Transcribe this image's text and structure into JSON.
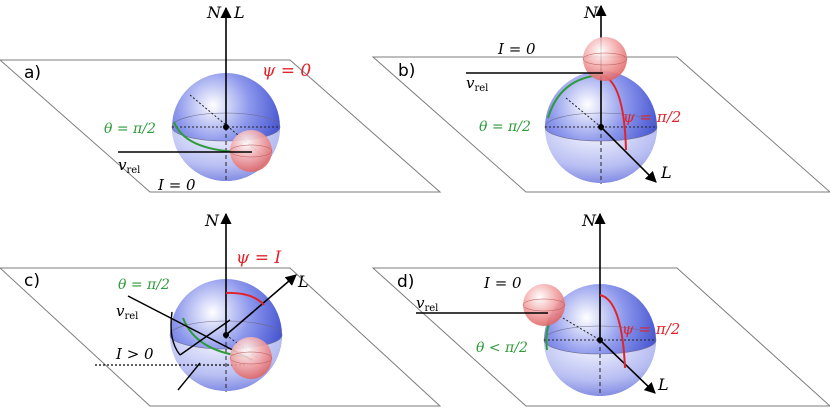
{
  "colors": {
    "green": "#2e9a3a",
    "red": "#e0242c",
    "blue_sphere": "#4c5bd6",
    "pink_sphere": "#e86a6a",
    "black": "#000000",
    "plane": "#7d7d7d"
  },
  "panels": [
    {
      "id": "a",
      "label": "a)",
      "axis_top": "N",
      "axis_top2": "L",
      "psi": "ψ = 0",
      "theta": "θ = π/2",
      "v": "v",
      "v_sub": "rel",
      "inc": "I = 0"
    },
    {
      "id": "b",
      "label": "b)",
      "axis_top": "N",
      "inc": "I = 0",
      "v": "v",
      "v_sub": "rel",
      "theta": "θ = π/2",
      "psi": "ψ = π/2",
      "axis_side": "L"
    },
    {
      "id": "c",
      "label": "c)",
      "axis_top": "N",
      "psi": "ψ = I",
      "theta": "θ = π/2",
      "axis_side": "L",
      "v": "v",
      "v_sub": "rel",
      "inc": "I > 0"
    },
    {
      "id": "d",
      "label": "d)",
      "axis_top": "N",
      "inc": "I = 0",
      "v": "v",
      "v_sub": "rel",
      "psi": "ψ = π/2",
      "theta": "θ < π/2",
      "axis_side": "L"
    }
  ]
}
